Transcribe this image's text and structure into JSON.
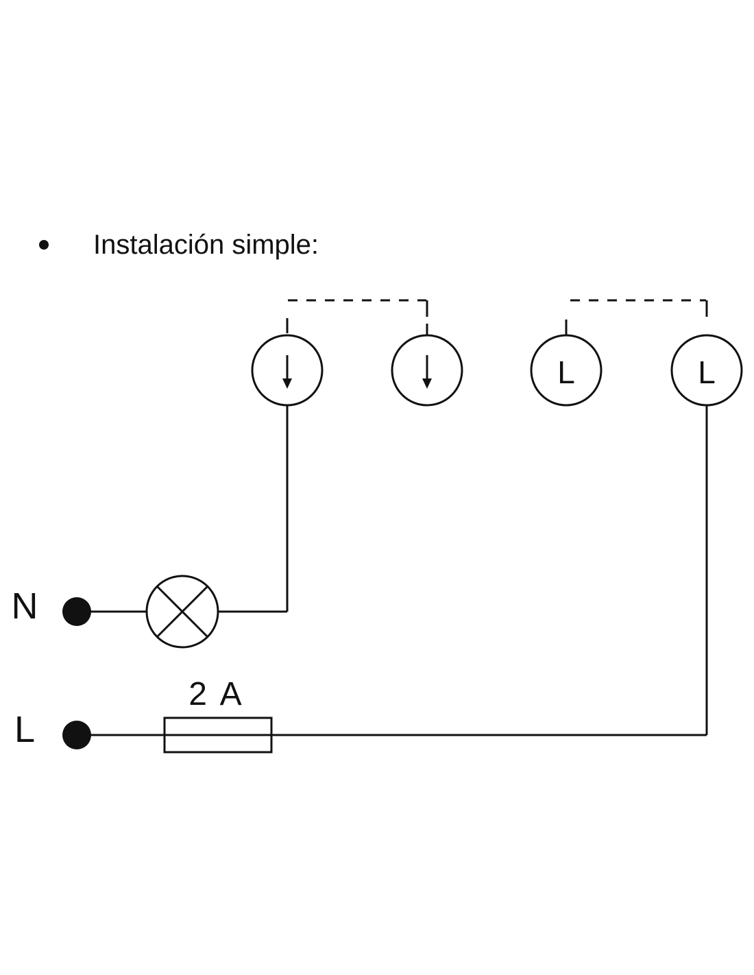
{
  "heading": {
    "bullet": "•",
    "text": "Instalación simple:"
  },
  "terminals": [
    {
      "id": "term-1",
      "symbol": "arrow-down-icon",
      "label": ""
    },
    {
      "id": "term-2",
      "symbol": "arrow-down-icon",
      "label": ""
    },
    {
      "id": "term-3",
      "symbol": "letter",
      "label": "L"
    },
    {
      "id": "term-4",
      "symbol": "letter",
      "label": "L"
    }
  ],
  "supply": {
    "neutral_label": "N",
    "line_label": "L"
  },
  "fuse": {
    "rating": "2 A"
  },
  "colors": {
    "ink": "#111111",
    "background": "#ffffff"
  }
}
